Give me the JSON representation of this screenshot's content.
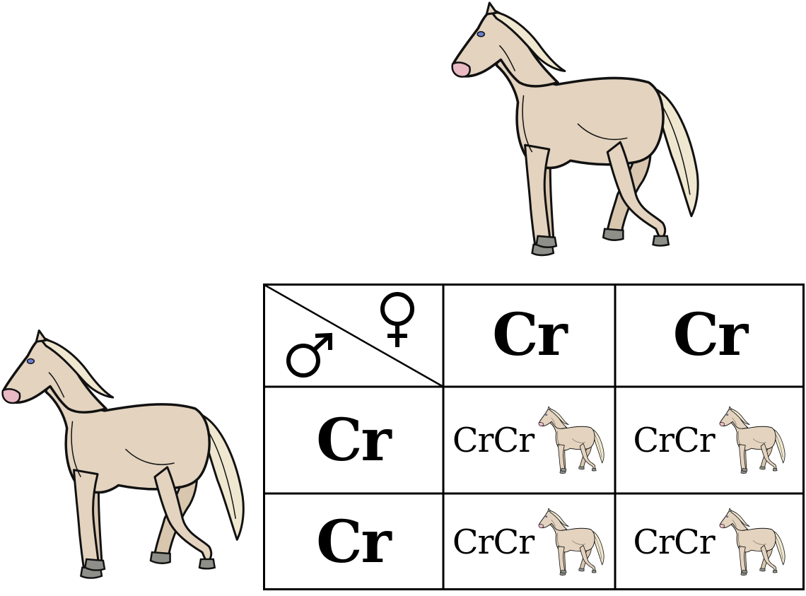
{
  "parents": {
    "female": {
      "symbol_icon": "female-symbol-icon",
      "image_icon": "cream-horse-icon"
    },
    "male": {
      "symbol_icon": "male-symbol-icon",
      "image_icon": "cream-horse-icon"
    }
  },
  "punnett": {
    "female_alleles": [
      "Cr",
      "Cr"
    ],
    "male_alleles": [
      "Cr",
      "Cr"
    ],
    "cells": [
      [
        "CrCr",
        "CrCr"
      ],
      [
        "CrCr",
        "CrCr"
      ]
    ]
  },
  "colors": {
    "coat": "#e3d3bf",
    "mane": "#efe7cf",
    "outline": "#111111",
    "hoof": "#8f8f8a",
    "muzzle": "#e9b9c4",
    "eye": "#6c7fd0"
  }
}
